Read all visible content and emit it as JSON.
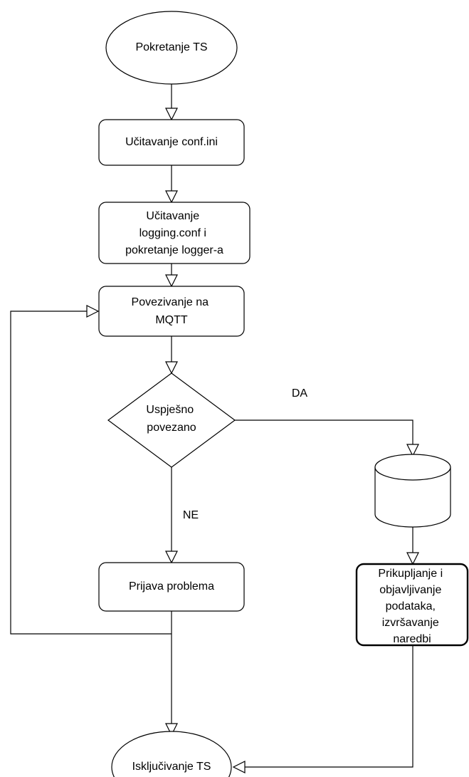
{
  "nodes": {
    "start": {
      "lines": [
        "Pokretanje TS"
      ]
    },
    "load_conf": {
      "lines": [
        "Učitavanje conf.ini"
      ]
    },
    "load_logging": {
      "lines": [
        "Učitavanje",
        "logging.conf i",
        "pokretanje logger-a"
      ]
    },
    "connect": {
      "lines": [
        "Povezivanje na",
        "MQTT"
      ]
    },
    "decision": {
      "lines": [
        "Uspješno",
        "povezano"
      ]
    },
    "report": {
      "lines": [
        "Prijava problema"
      ]
    },
    "collect": {
      "lines": [
        "Prikupljanje i",
        "objavljivanje",
        "podataka,",
        "izvršavanje",
        "naredbi"
      ]
    },
    "end": {
      "lines": [
        "Isključivanje TS"
      ]
    }
  },
  "edges": {
    "yes_label": "DA",
    "no_label": "NE"
  },
  "colors": {
    "stroke": "#000000",
    "fill": "#ffffff",
    "text": "#000000"
  }
}
